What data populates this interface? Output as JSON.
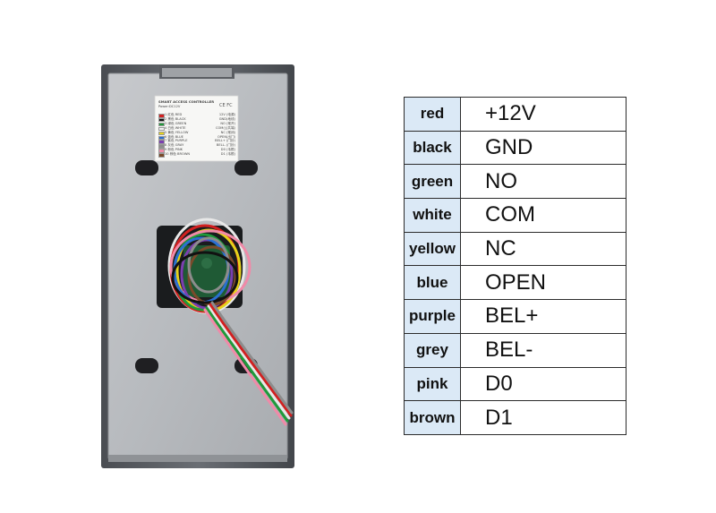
{
  "sticker": {
    "title": "SMART ACCESS CONTROLLER",
    "power": "Power:DC12V",
    "mark": "CE FC",
    "rows": [
      {
        "left": "1 红色 RED",
        "right": "12V (电源)",
        "color": "#d22020"
      },
      {
        "left": "2 黑色 BLACK",
        "right": "GND(地线)",
        "color": "#111111"
      },
      {
        "left": "3 绿色 GREEN",
        "right": "NO (常开)",
        "color": "#1f9a3a"
      },
      {
        "left": "4 白色 WHITE",
        "right": "COM(公共端)",
        "color": "#f2f2f2"
      },
      {
        "left": "5 黄色 YELLOW",
        "right": "NC (常闭)",
        "color": "#e6d21a"
      },
      {
        "left": "6 蓝色 BLUE",
        "right": "OPEN(出门)",
        "color": "#2a6fd1"
      },
      {
        "left": "7 紫色 PURPLE",
        "right": "BELL+ (门铃)",
        "color": "#7b3fb0"
      },
      {
        "left": "8 灰色 GRAY",
        "right": "BELL- (门铃)",
        "color": "#8c8c8c"
      },
      {
        "left": "9 粉色 PINK",
        "right": "D0 (韦根)",
        "color": "#f08aa8"
      },
      {
        "left": "10 棕色 BROWN",
        "right": "D1 (韦根)",
        "color": "#7a4a2a"
      }
    ]
  },
  "wiring": {
    "rows": [
      {
        "color": "red",
        "function": "+12V"
      },
      {
        "color": "black",
        "function": "GND"
      },
      {
        "color": "green",
        "function": "NO"
      },
      {
        "color": "white",
        "function": "COM"
      },
      {
        "color": "yellow",
        "function": "NC"
      },
      {
        "color": "blue",
        "function": "OPEN"
      },
      {
        "color": "purple",
        "function": "BEL+"
      },
      {
        "color": "grey",
        "function": "BEL-"
      },
      {
        "color": "pink",
        "function": "D0"
      },
      {
        "color": "brown",
        "function": "D1"
      }
    ]
  }
}
